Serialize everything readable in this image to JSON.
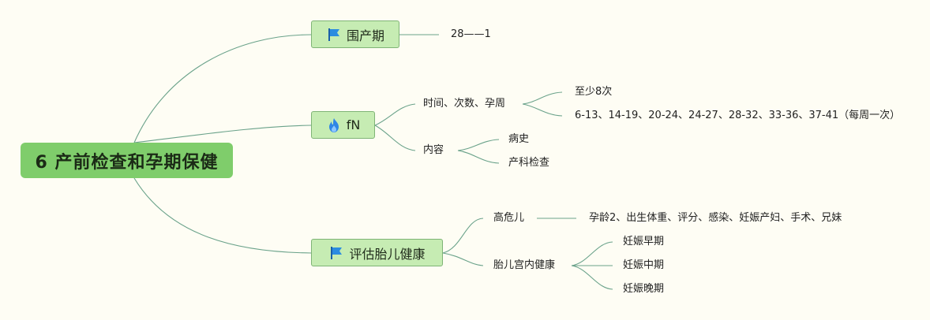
{
  "root": {
    "title": "6 产前检查和孕期保健"
  },
  "branches": [
    {
      "label": "围产期",
      "icon": "blue-flag-icon",
      "children": [
        {
          "label": "28——1"
        }
      ]
    },
    {
      "label": "fN",
      "icon": "fire-icon",
      "children": [
        {
          "label": "时间、次数、孕周",
          "children": [
            {
              "label": "至少8次"
            },
            {
              "label": "6-13、14-19、20-24、24-27、28-32、33-36、37-41（每周一次）"
            }
          ]
        },
        {
          "label": "内容",
          "children": [
            {
              "label": "病史"
            },
            {
              "label": "产科检查"
            }
          ]
        }
      ]
    },
    {
      "label": "评估胎儿健康",
      "icon": "blue-flag-icon",
      "children": [
        {
          "label": "高危儿",
          "children": [
            {
              "label": "孕龄2、出生体重、评分、感染、妊娠产妇、手术、兄妹"
            }
          ]
        },
        {
          "label": "胎儿宫内健康",
          "children": [
            {
              "label": "妊娠早期"
            },
            {
              "label": "妊娠中期"
            },
            {
              "label": "妊娠晚期"
            }
          ]
        }
      ]
    }
  ],
  "colors": {
    "background": "#fefdf4",
    "root_fill": "#7fcd6b",
    "branch_fill": "#c6ecb3",
    "branch_border": "#7fb476",
    "connector": "#6aa28a",
    "flag": "#2b8ce0",
    "flame_outer": "#2f86e6",
    "flame_inner": "#8cc6ff"
  }
}
